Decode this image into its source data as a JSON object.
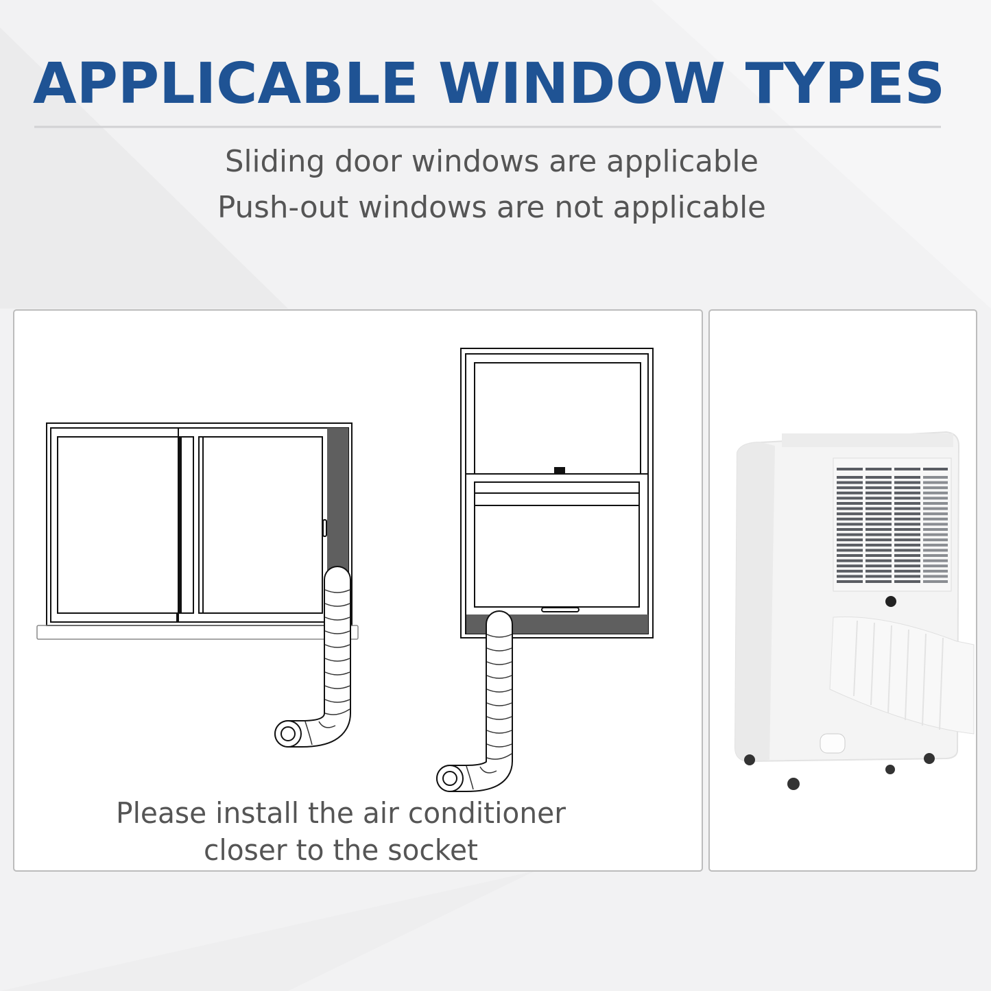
{
  "header": {
    "title": "APPLICABLE WINDOW TYPES",
    "line1": "Sliding door windows are applicable",
    "line2": "Push-out windows are not applicable"
  },
  "diagram_panel": {
    "caption_line1": "Please install the air conditioner",
    "caption_line2": "closer to the socket"
  },
  "colors": {
    "title": "#1f5394",
    "text": "#555555",
    "seal": "#5f5f5f"
  }
}
